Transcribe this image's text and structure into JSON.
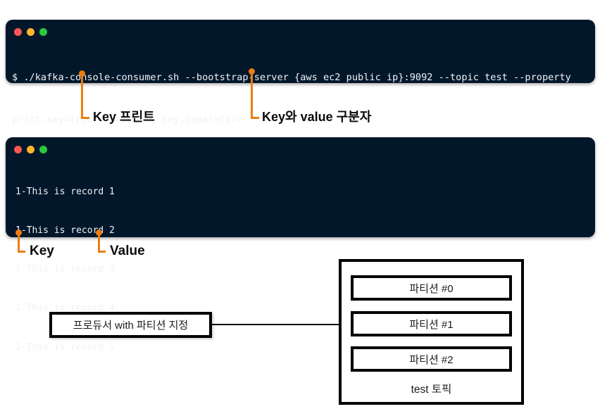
{
  "colors": {
    "terminal_background": "#03172b",
    "terminal_text": "#eef3f6",
    "accent_orange": "#ee7d11",
    "window_light_red": "#fc5753",
    "window_light_yellow": "#fdb827",
    "window_light_green": "#27c93f",
    "diagram_border": "#000000"
  },
  "terminal1": {
    "lines": [
      "$ ./kafka-console-consumer.sh --bootstrap-server {aws ec2 public ip}:9092 --topic test --property",
      "print.key=true --property key.separator=\"-\""
    ]
  },
  "terminal2": {
    "lines": [
      "1-This is record 1",
      "1-This is record 2",
      "1-This is record 3",
      "1-This is record 4",
      "1-This is record 5"
    ]
  },
  "annotations": {
    "key_print_label": "Key 프린트",
    "separator_label": "Key와 value 구분자",
    "key_label": "Key",
    "value_label": "Value"
  },
  "diagram": {
    "producer_label": "프로듀서 with 파티션 지정",
    "partitions": [
      "파티션 #0",
      "파티션 #1",
      "파티션 #2"
    ],
    "topic_label": "test 토픽"
  }
}
